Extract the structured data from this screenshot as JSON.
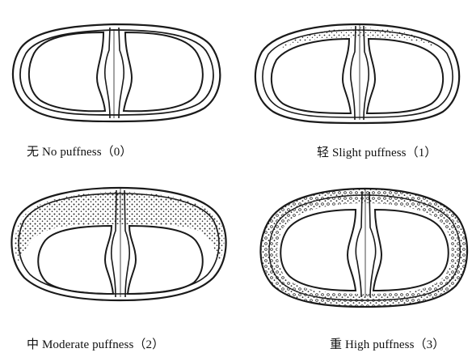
{
  "panels": [
    {
      "caption": "无 No puffness（0）",
      "grade": 0
    },
    {
      "caption": "轻 Slight puffness（1）",
      "grade": 1
    },
    {
      "caption": "中 Moderate puffness（2）",
      "grade": 2
    },
    {
      "caption": "重 High puffness（3）",
      "grade": 3
    }
  ],
  "colors": {
    "line": "#1a1a1a",
    "stipple": "#2a2a2a",
    "background": "#ffffff"
  }
}
